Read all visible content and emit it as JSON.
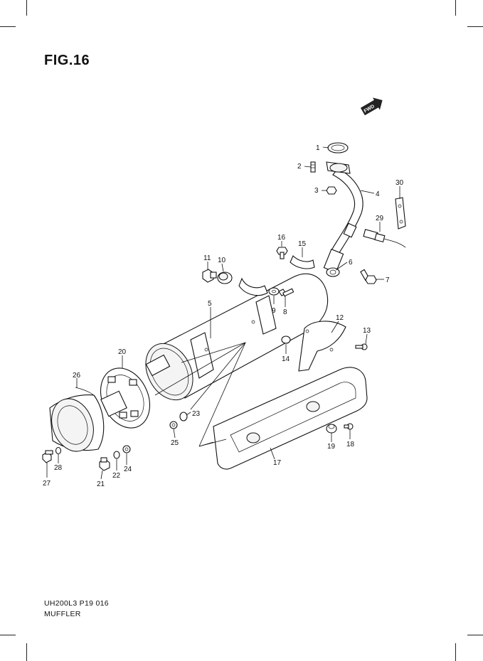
{
  "figure": {
    "title": "FIG.16"
  },
  "footer": {
    "code": "UH200L3 P19 016",
    "name": "MUFFLER"
  },
  "forward_marker": {
    "label": "FWD"
  },
  "callouts": [
    "1",
    "2",
    "3",
    "4",
    "5",
    "6",
    "7",
    "8",
    "9",
    "10",
    "11",
    "12",
    "13",
    "14",
    "15",
    "16",
    "17",
    "18",
    "19",
    "20",
    "21",
    "22",
    "23",
    "24",
    "25",
    "26",
    "27",
    "28",
    "29",
    "30"
  ]
}
